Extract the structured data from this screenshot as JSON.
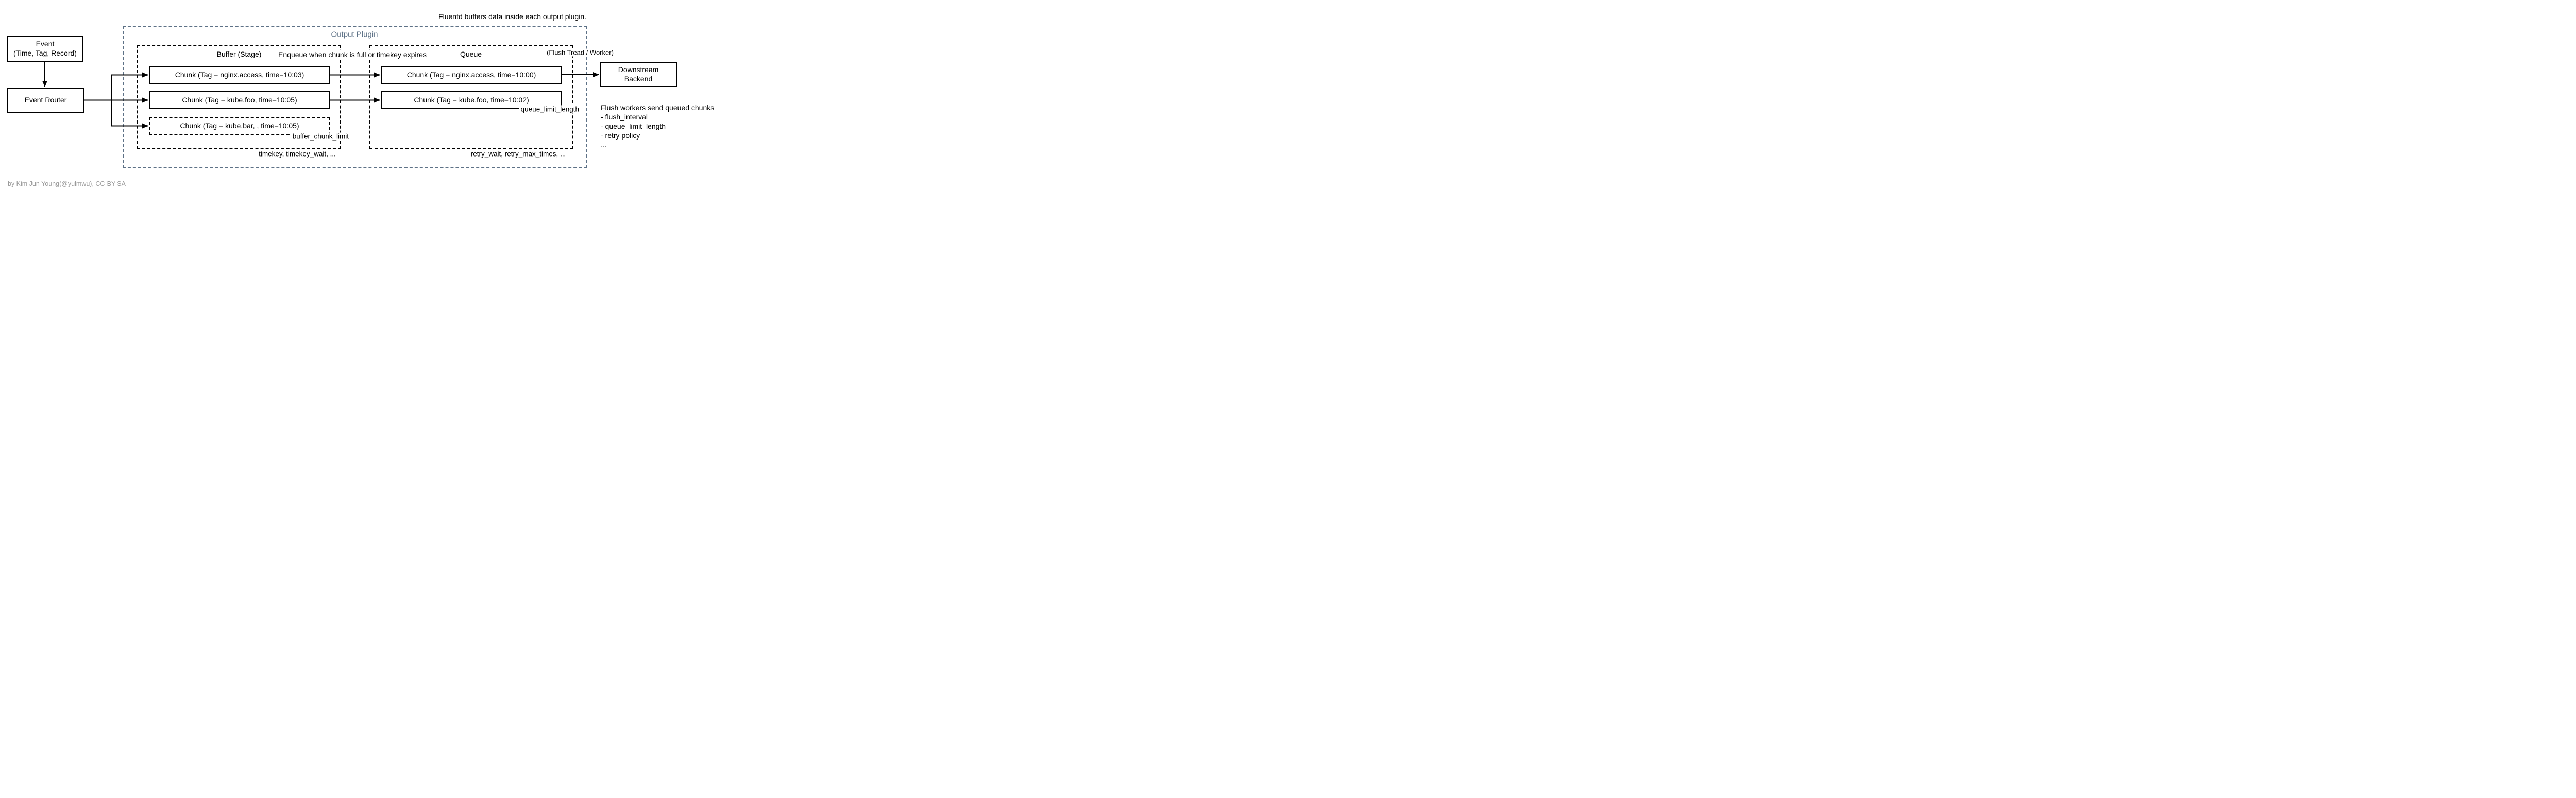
{
  "note_top": "Fluentd buffers data inside each output plugin.",
  "colors": {
    "accent": "#5d7186",
    "line": "#000000",
    "muted": "#999999"
  },
  "event_box": {
    "line1": "Event",
    "line2": "(Time, Tag, Record)"
  },
  "event_router": {
    "label": "Event Router"
  },
  "output_plugin": {
    "title": "Output Plugin",
    "buffer": {
      "title": "Buffer (Stage)",
      "chunks": [
        {
          "label": "Chunk (Tag = nginx.access, time=10:03)"
        },
        {
          "label": "Chunk (Tag = kube.foo, time=10:05)"
        },
        {
          "label": "Chunk (Tag = kube.bar, , time=10:05)"
        }
      ],
      "limit_label": "buffer_chunk_limit",
      "footnote": "timekey, timekey_wait, ..."
    },
    "enqueue_note": "Enqueue when chunk is full or timekey expires",
    "queue": {
      "title": "Queue",
      "chunks": [
        {
          "label": "Chunk (Tag = nginx.access, time=10:00)"
        },
        {
          "label": "Chunk (Tag = kube.foo, time=10:02)"
        }
      ],
      "limit_label": "queue_limit_length",
      "footnote": "retry_wait, retry_max_times, ..."
    },
    "flush_thread_note": "(Flush Tread / Worker)"
  },
  "downstream": {
    "line1": "Downstream",
    "line2": "Backend"
  },
  "flush_workers": {
    "title": "Flush workers send queued chunks",
    "items": [
      "- flush_interval",
      "- queue_limit_length",
      "- retry policy",
      "..."
    ]
  },
  "attribution": "by Kim Jun Young(@yulmwu), CC-BY-SA"
}
